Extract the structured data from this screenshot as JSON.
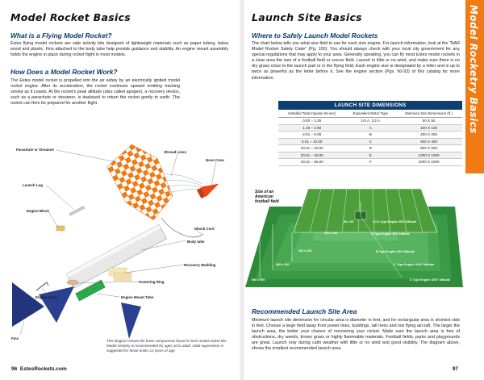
{
  "left": {
    "header": "Model Rocket Basics",
    "q1": "What is a Flying Model Rocket?",
    "p1": "Estes flying model rockets are safe activity kits designed of lightweight materials such as paper tubing, balsa wood and plastic. Fins attached to the body tube help provide guidance and stability. An engine mount assembly holds the engine in place during rocket flight in most models.",
    "q2": "How Does a Model Rocket Work?",
    "p2": "The Estes model rocket is propelled into the air safely by an electrically ignited model rocket engine. After its acceleration, the rocket continues upward emitting tracking smoke as it coasts. At the rocket's peak altitude (also called apogee), a recovery device, such as a parachute or streamer, is deployed to return the rocket gently to earth. The rocket can then be prepared for another flight.",
    "labels": {
      "shroud": "Shroud Lines",
      "nose": "Nose Cone",
      "parachute": "Parachute or Streamer",
      "lug": "Launch Lug",
      "block": "Engine Block",
      "shock": "Shock Cord",
      "tube": "Body tube",
      "wadding": "Recovery Wadding",
      "ring": "Centering Ring",
      "hook": "Engine Hook",
      "mount": "Engine Mount Tube",
      "fins": "Fins"
    },
    "caption": "This diagram shows the basic components found in most model rocket kits. Model rocketry is recommended for ages 10 to adult. Adult supervision is suggested for those under 12 years of age.",
    "page_no": "96",
    "site": "EstesRockets.com",
    "colors": {
      "checker": "#f07a13",
      "nose": "#e8481c",
      "fins": "#2a3f8f",
      "mount": "#2aa84a"
    }
  },
  "right": {
    "header": "Launch Site Basics",
    "q1": "Where to Safely Launch Model Rockets",
    "p1": "The chart below tells you what size field to use for each size engine. For launch information, look at the \"NAR Model Rocket Safety Code\" (Pg. 100). You should always check with your local city government for any special regulations that may apply to your area. Generally speaking, you can fly most Estes model rockets in a clear area the size of a football field or soccer field. Launch in little or no wind, and make sure there is no dry grass close to the launch pad or in the flying field. Each engine size is designated by a letter and is up to twice as powerful as the letter before it. See the engine section (Pgs. 90-93) of this catalog for more information.",
    "table": {
      "title": "LAUNCH SITE DIMENSIONS",
      "headers": [
        "Installed Total Impulse (N-sec)",
        "Equivalent Motor Type",
        "Minimum Site Dimensions (ft.)"
      ],
      "rows": [
        [
          "0.00  –  1.25",
          "1/4 A, 1/2 A",
          "50 X 50"
        ],
        [
          "1.26  –  2.50",
          "A",
          "100 X 100"
        ],
        [
          "2.51  –  5.00",
          "B",
          "200 X 200"
        ],
        [
          "5.01  –  10.00",
          "C",
          "400 X 400"
        ],
        [
          "10.01  –  20.00",
          "D",
          "500 X 500"
        ],
        [
          "20.01  –  40.00",
          "E",
          "1000 X 1000"
        ],
        [
          "40.01  –  80.00",
          "F",
          "1000 X 1000"
        ]
      ]
    },
    "field_label": "Size of an American football field",
    "field_annotations": {
      "a50": "50 x 50",
      "a100": "100 x 100",
      "a200": "200 x 200",
      "a400": "400 x 400",
      "a500": "500 x 500",
      "e200": "1/2 A Type Engine 200' Altitude",
      "e400": "A Type Engine 400' Altitude",
      "e800": "B Type Engine 800' Altitude",
      "e1000": "C Type Engine 1000' Altitude",
      "e1600": "D Type Engine 1600' Altitude"
    },
    "q2": "Recommended Launch Site Area",
    "p2": "Minimum launch site dimension for circular area is diameter in feet, and for rectangular area is shortest side in feet. Choose a large field away from power lines, buildings, tall trees and low flying aircraft. The larger the launch area, the better your chance of recovering your rocket. Make sure the launch area is free of obstructions, dry weeds, brown grass or highly flammable materials. Football fields, parks and playgrounds are great. Launch only during calm weather with little or no wind and good visibility. The diagram above, shows the smallest recommended launch area.",
    "page_no": "97",
    "side_tab": "Model Rocketry Basics",
    "colors": {
      "tab": "#f07a13",
      "table_header": "#0e3f70",
      "field": "#2e8b3a"
    }
  }
}
